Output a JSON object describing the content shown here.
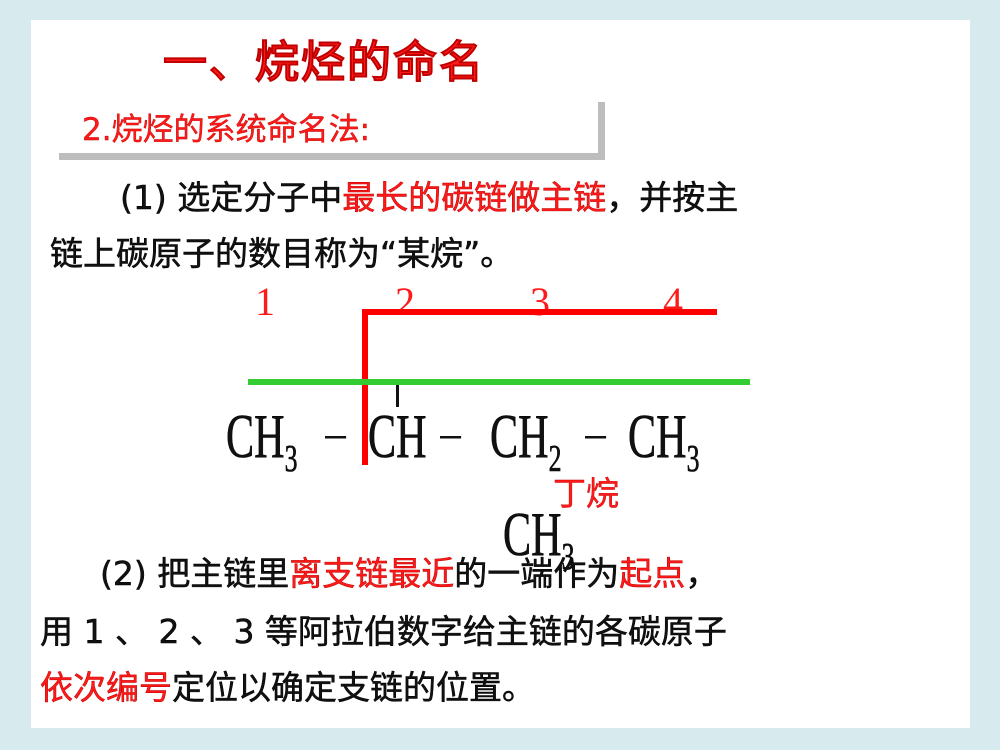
{
  "slide": {
    "title": "一、烷烃的命名",
    "subtitle": "2.烷烃的系统命名法:",
    "rule1": {
      "prefix": "(1) 选定分子中",
      "highlight": "最长的碳链做主链",
      "suffix": "，并按主",
      "line2": "链上碳原子的数目称为“某烷”。"
    },
    "diagram": {
      "numbers": [
        "1",
        "2",
        "3",
        "4"
      ],
      "formula": {
        "c1": "CH",
        "c1_sub": "3",
        "c2": "CH",
        "c3": "CH",
        "c3_sub": "2",
        "c4": "CH",
        "c4_sub": "3",
        "branch": "CH",
        "branch_sub": "3",
        "bond": "–"
      },
      "name_label": "丁烷",
      "colors": {
        "main_chain_line": "#ff0000",
        "alt_chain_line": "#33cc33"
      }
    },
    "rule2": {
      "line1_prefix": "(2) 把主链里",
      "line1_highlight": "离支链最近",
      "line1_middle": "的一端作为",
      "line1_highlight2": "起点",
      "line1_suffix": "，",
      "line2": "用 1 、 2 、 3 等阿拉伯数字给主链的各碳原子",
      "line3_highlight": "依次编号",
      "line3_suffix": "定位以确定支链的位置。"
    }
  }
}
